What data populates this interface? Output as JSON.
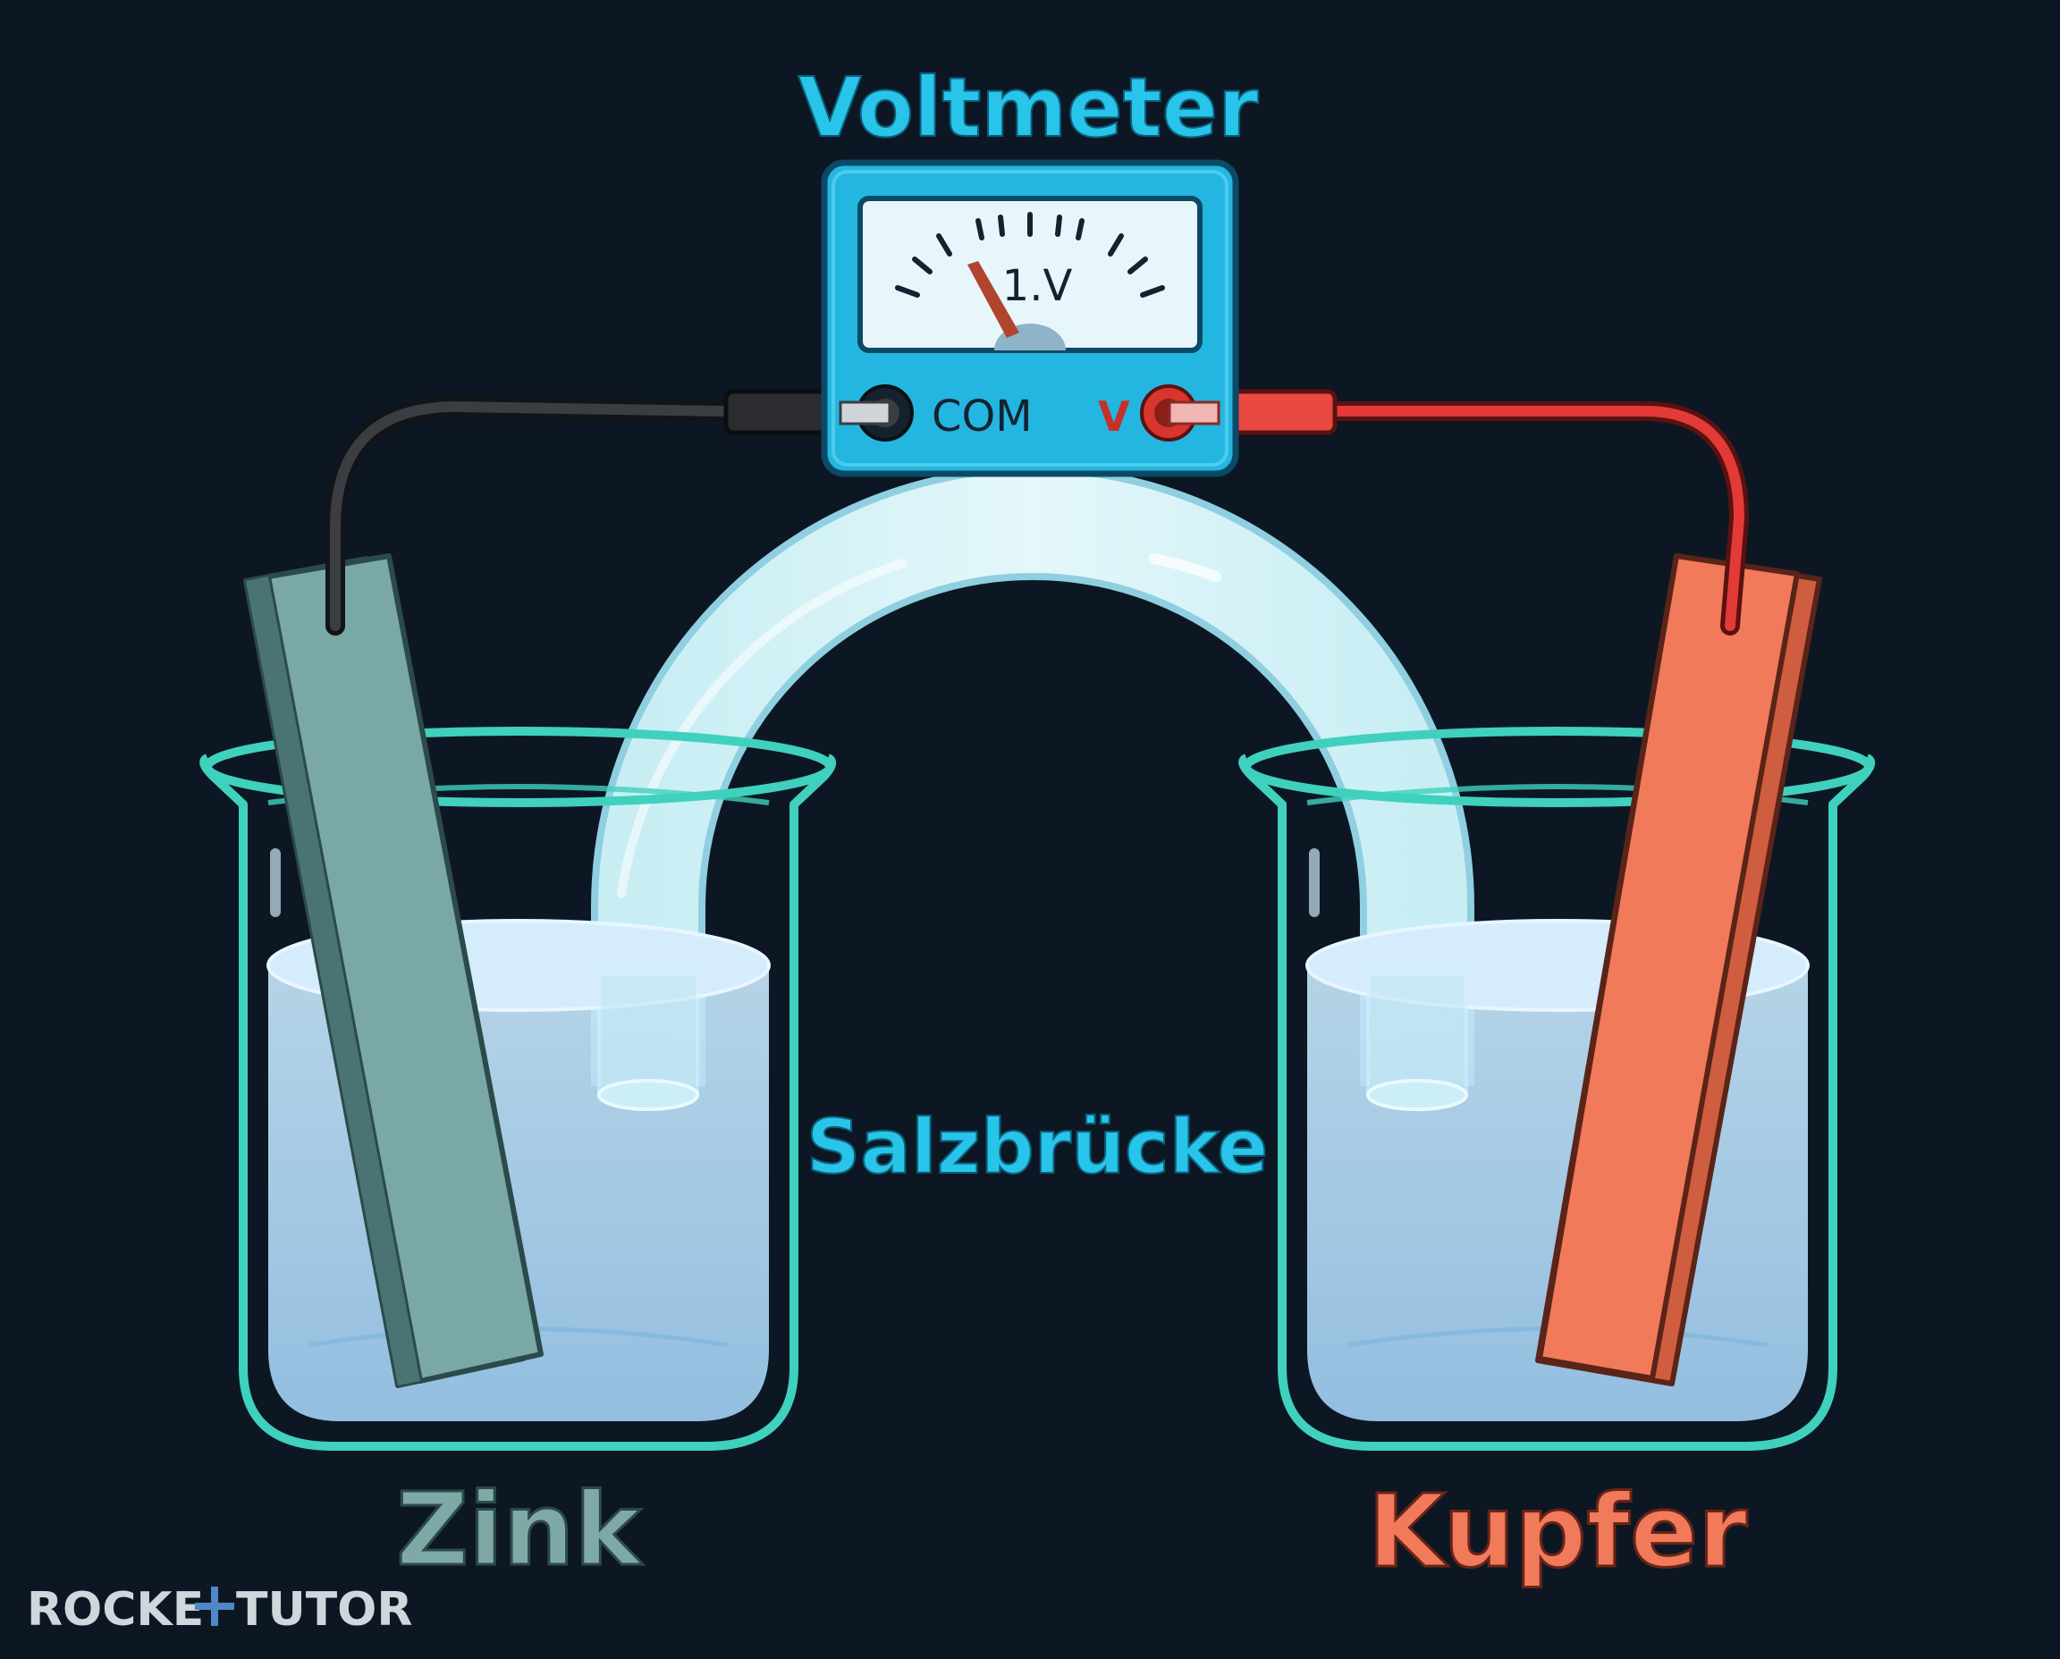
{
  "diagram": {
    "title": "Voltmeter",
    "meter_reading": "1.V",
    "terminal_com_label": "COM",
    "terminal_v_label": "V",
    "bridge_label": "Salzbrücke",
    "left_electrode_label": "Zink",
    "right_electrode_label": "Kupfer"
  },
  "brand": {
    "part1": "ROCKE",
    "part2": "TUTOR"
  },
  "colors": {
    "background": "#0d1724",
    "accent_cyan": "#28c4ea",
    "zinc": "#6f9c9a",
    "copper": "#f07a5a",
    "black_wire": "#3a3d42",
    "red_wire": "#e23b37",
    "beaker_outline": "#3fd1bd",
    "solution": "#a9d3f1"
  }
}
